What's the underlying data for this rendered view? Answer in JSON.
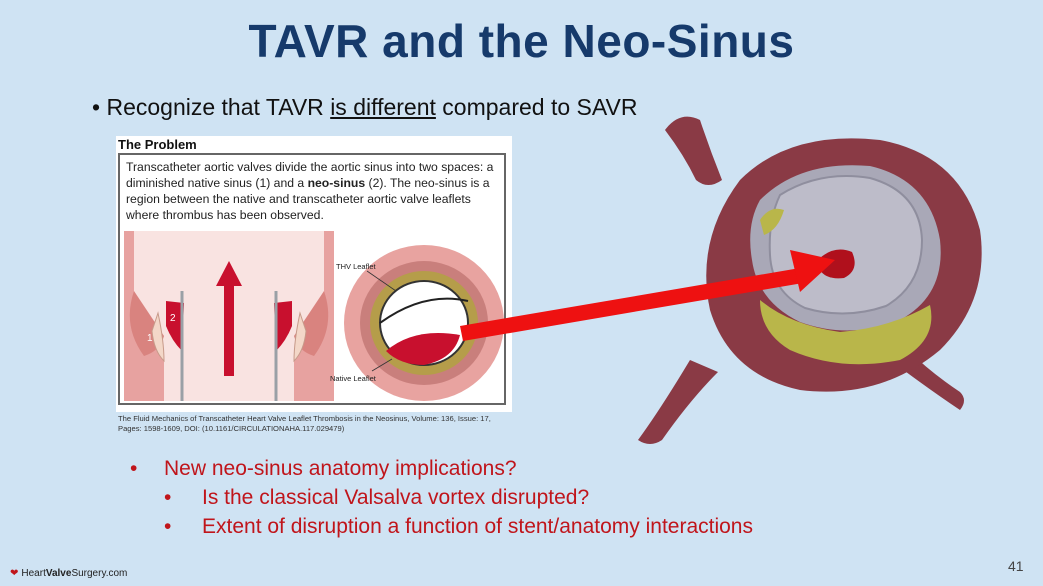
{
  "slide": {
    "title": "TAVR and the Neo-Sinus",
    "lead_bullet": {
      "bullet": "•",
      "prefix": "Recognize that TAVR",
      "underlined": "is different",
      "suffix": "compared to SAVR"
    },
    "figure": {
      "heading": "The Problem",
      "text_part1": "Transcatheter aortic valves divide the aortic sinus into two spaces: a diminished native sinus (1) and a",
      "text_bold": "neo-sinus",
      "text_part2": "(2). The neo-sinus is a region between the native and transcatheter aortic valve leaflets where thrombus has been observed.",
      "label_thv": "THV Leaflet",
      "label_native": "Native Leaflet",
      "label_one": "1",
      "label_two": "2"
    },
    "citation": "The Fluid Mechanics of Transcatheter Heart Valve Leaflet Thrombosis in the Neosinus, Volume: 136, Issue: 17, Pages: 1598-1609, DOI: (10.1161/CIRCULATIONAHA.117.029479)",
    "red_bullets": [
      {
        "bullet": "•",
        "text": "New neo-sinus anatomy implications?"
      },
      {
        "bullet": "•",
        "text": "Is the classical Valsalva vortex disrupted?"
      },
      {
        "bullet": "•",
        "text": "Extent of disruption a function of stent/anatomy interactions"
      }
    ],
    "logo": {
      "heart_icon": "heart-icon",
      "part1": "Heart",
      "part2": "Valve",
      "part3": "Surgery.com"
    },
    "page_number": "41"
  },
  "colors": {
    "background": "#cfe3f3",
    "title": "#163a6b",
    "accent_red": "#c0151b",
    "vessel": "#8a3a45",
    "arrow": "#ee1111"
  }
}
